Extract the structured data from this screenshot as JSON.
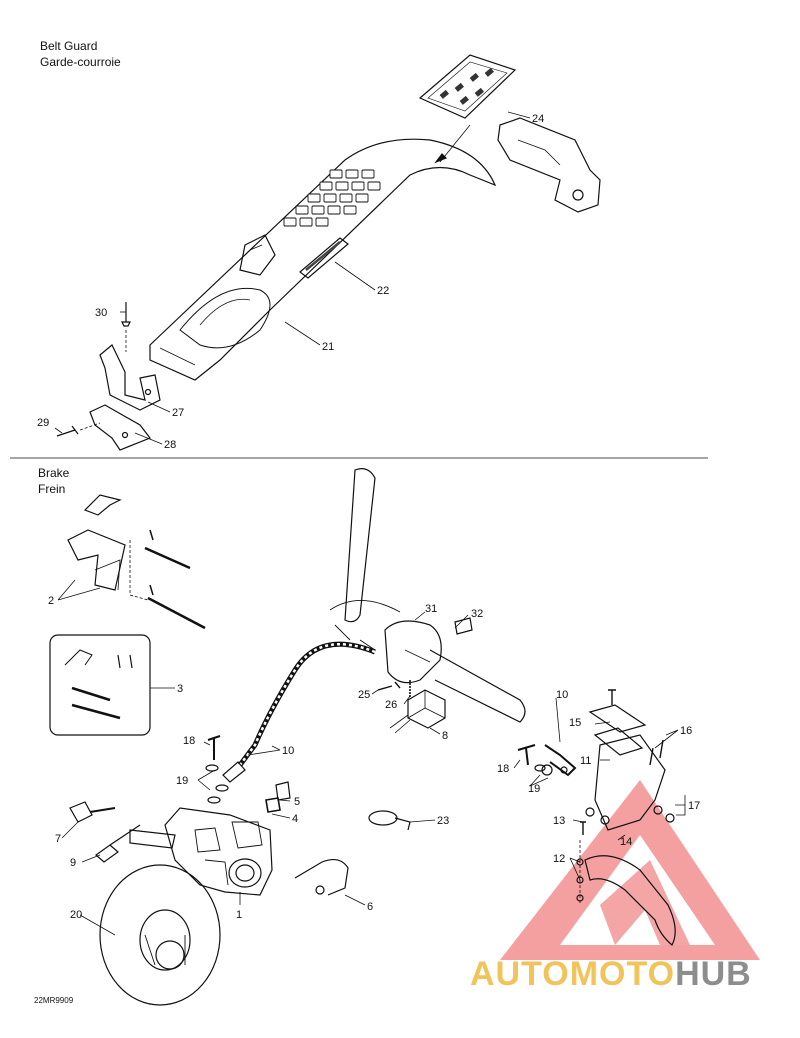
{
  "sections": {
    "belt_guard": {
      "title_en": "Belt Guard",
      "title_fr": "Garde-courroie"
    },
    "brake": {
      "title_en": "Brake",
      "title_fr": "Frein"
    }
  },
  "callouts": {
    "c24": "24",
    "c22": "22",
    "c21": "21",
    "c30": "30",
    "c27": "27",
    "c29": "29",
    "c28": "28",
    "c2": "2",
    "c3": "3",
    "c31": "31",
    "c32": "32",
    "c25": "25",
    "c26": "26",
    "c8": "8",
    "c10a": "10",
    "c10b": "10",
    "c15": "15",
    "c16": "16",
    "c11": "11",
    "c18a": "18",
    "c18b": "18",
    "c19a": "19",
    "c19b": "19",
    "c5": "5",
    "c4": "4",
    "c7": "7",
    "c9": "9",
    "c23": "23",
    "c13": "13",
    "c17": "17",
    "c14": "14",
    "c12": "12",
    "c20": "20",
    "c1": "1",
    "c6": "6"
  },
  "footer": {
    "drawing_code": "22MR9909"
  },
  "watermark": {
    "part1": "AUTOMOTO",
    "part2": "HUB"
  },
  "colors": {
    "line": "#111111",
    "watermark_red": "#f08080",
    "watermark_gold": "#f2c35a",
    "watermark_gray": "#8d8d8d"
  }
}
